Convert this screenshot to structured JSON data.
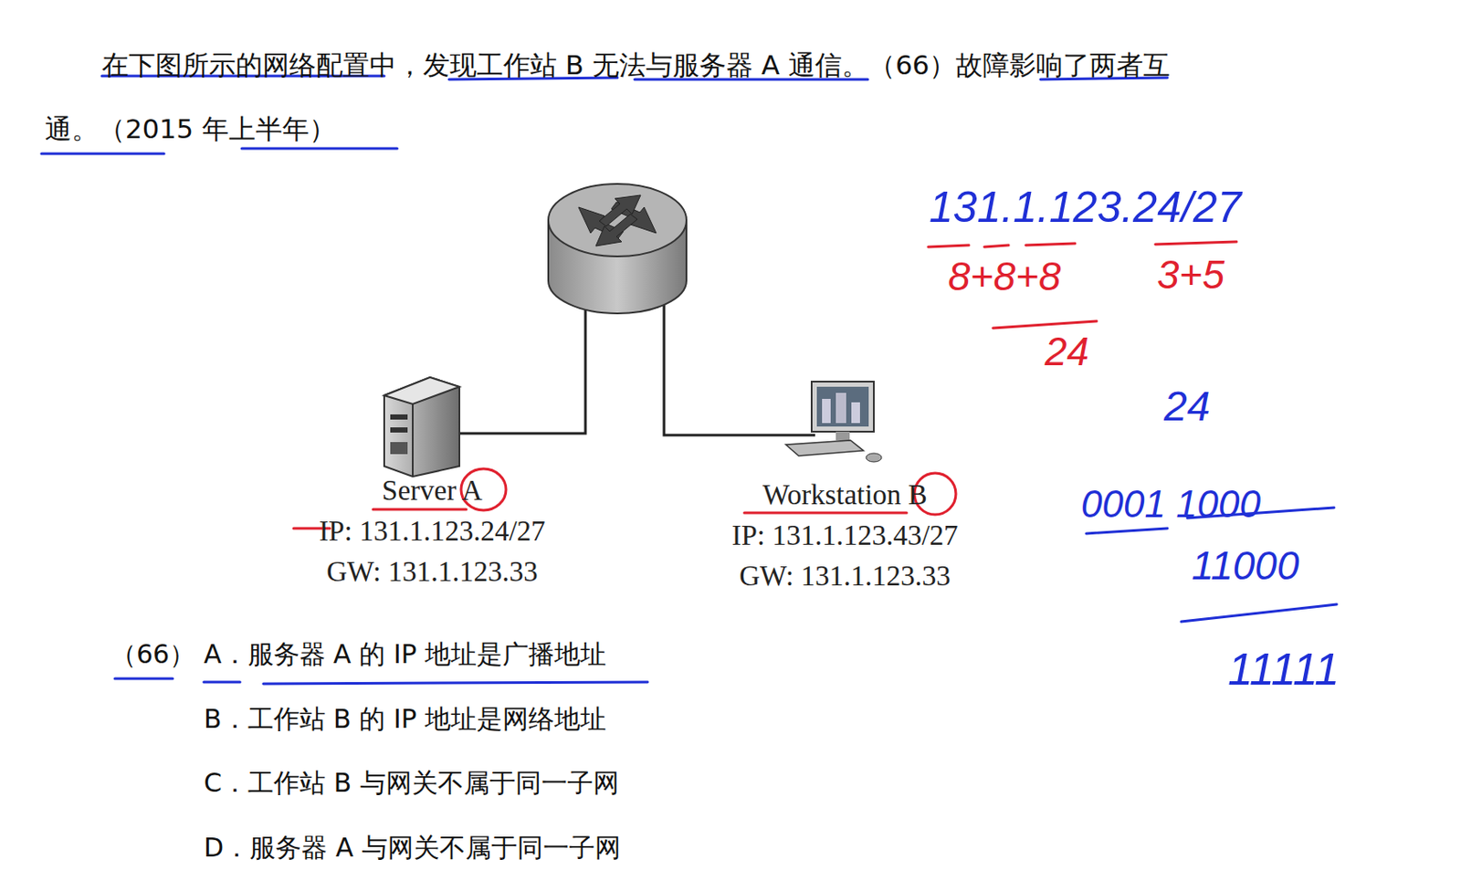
{
  "diagram": {
    "nodes": [
      {
        "text": [
          "Server A",
          "IP: 131.1.123.24/27",
          "GW: 131.1.123.33"
        ]
      },
      {
        "text": [
          "Workstation B",
          "IP: 131.1.123.43/27",
          "GW: 131.1.123.33"
        ]
      }
    ],
    "labels": [
      "在下图所示的网络配置中，发现工作站 B 无法与服务器 A 通信。（66）故障影响了两者互通。（2015 年上半年）",
      "（66）",
      "A．服务器 A 的 IP 地址是广播地址",
      "B．工作站 B 的 IP 地址是网络地址",
      "C．工作站 B 与网关不属于同一子网",
      "D．服务器 A 与网关不属于同一子网",
      "131.1.123.24/27",
      "8+8+8",
      "3+5",
      "24",
      "24",
      "0001 1000",
      "11000",
      "11111"
    ]
  }
}
